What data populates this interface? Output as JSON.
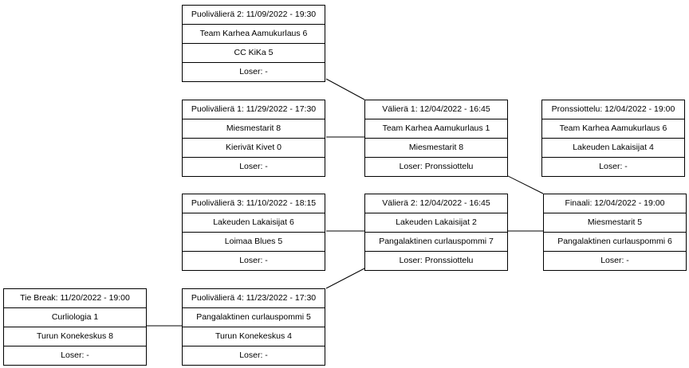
{
  "matches": {
    "qf2": {
      "title": "Puolivälierä 2: 11/09/2022 - 19:30",
      "team1": "Team Karhea Aamukurlaus 6",
      "team2": "CC KiKa 5",
      "loser": "Loser: -"
    },
    "qf1": {
      "title": "Puolivälierä 1: 11/29/2022 - 17:30",
      "team1": "Miesmestarit 8",
      "team2": "Kierivät Kivet 0",
      "loser": "Loser: -"
    },
    "sf1": {
      "title": "Välierä 1: 12/04/2022 - 16:45",
      "team1": "Team Karhea Aamukurlaus 1",
      "team2": "Miesmestarit 8",
      "loser": "Loser: Pronssiottelu"
    },
    "bronze": {
      "title": "Pronssiottelu: 12/04/2022 - 19:00",
      "team1": "Team Karhea Aamukurlaus 6",
      "team2": "Lakeuden Lakaisijat 4",
      "loser": "Loser: -"
    },
    "qf3": {
      "title": "Puolivälierä 3: 11/10/2022 - 18:15",
      "team1": "Lakeuden Lakaisijat 6",
      "team2": "Loimaa Blues 5",
      "loser": "Loser: -"
    },
    "sf2": {
      "title": "Välierä 2: 12/04/2022 - 16:45",
      "team1": "Lakeuden Lakaisijat 2",
      "team2": "Pangalaktinen curlauspommi 7",
      "loser": "Loser: Pronssiottelu"
    },
    "final": {
      "title": "Finaali: 12/04/2022 - 19:00",
      "team1": "Miesmestarit 5",
      "team2": "Pangalaktinen curlauspommi 6",
      "loser": "Loser: -"
    },
    "tb": {
      "title": "Tie Break: 11/20/2022 - 19:00",
      "team1": "Curliologia 1",
      "team2": "Turun Konekeskus 8",
      "loser": "Loser: -"
    },
    "qf4": {
      "title": "Puolivälierä 4: 11/23/2022 - 17:30",
      "team1": "Pangalaktinen curlauspommi 5",
      "team2": "Turun Konekeskus 4",
      "loser": "Loser: -"
    }
  }
}
